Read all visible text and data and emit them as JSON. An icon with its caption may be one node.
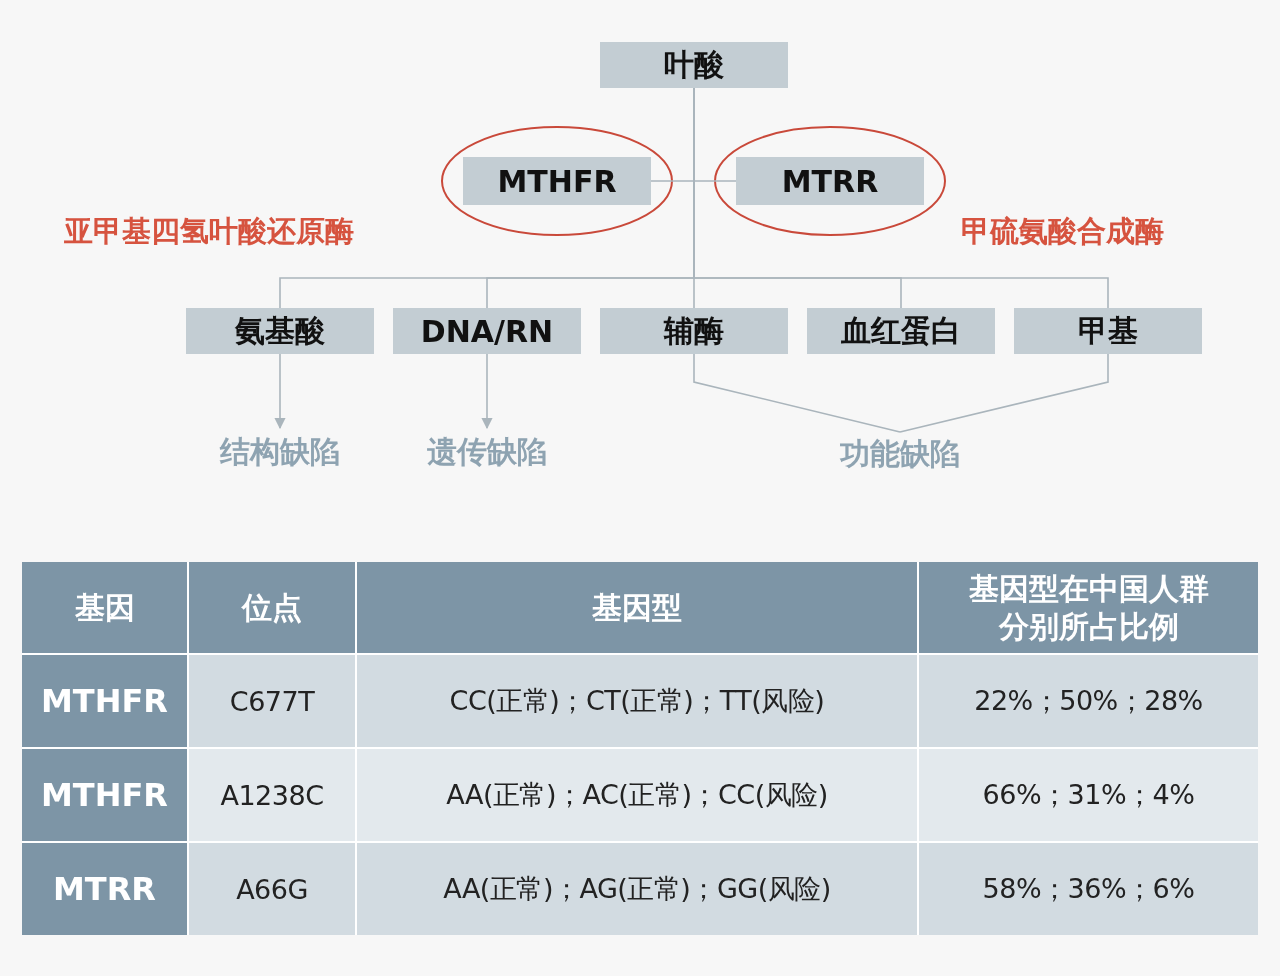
{
  "diagram": {
    "nodes": [
      {
        "text": [
          "叶酸"
        ]
      },
      {
        "text": [
          "MTHFR"
        ]
      },
      {
        "text": [
          "MTRR"
        ]
      },
      {
        "text": [
          "氨基酸"
        ]
      },
      {
        "text": [
          "DNA/RN"
        ]
      },
      {
        "text": [
          "辅酶"
        ]
      },
      {
        "text": [
          "血红蛋白"
        ]
      },
      {
        "text": [
          "甲基"
        ]
      },
      {
        "text": [
          "结构缺陷"
        ]
      },
      {
        "text": [
          "遗传缺陷"
        ]
      },
      {
        "text": [
          "功能缺陷"
        ]
      }
    ],
    "edges": [
      {
        "from": 1,
        "to": 2,
        "arrow": "none"
      },
      {
        "from": 0,
        "to": 3,
        "arrow": "none"
      },
      {
        "from": 0,
        "to": 4,
        "arrow": "none"
      },
      {
        "from": 0,
        "to": 5,
        "arrow": "none"
      },
      {
        "from": 0,
        "to": 6,
        "arrow": "none"
      },
      {
        "from": 0,
        "to": 7,
        "arrow": "none"
      },
      {
        "from": 3,
        "to": 8,
        "arrow": "to"
      },
      {
        "from": 4,
        "to": 9,
        "arrow": "to"
      },
      {
        "from": 5,
        "to": 10,
        "arrow": "none"
      },
      {
        "from": 7,
        "to": 10,
        "arrow": "none"
      }
    ],
    "labels": [
      "亚甲基四氢叶酸还原酶",
      "甲硫氨酸合成酶",
      "基因",
      "位点",
      "基因型",
      "基因型在中国人群分别所占比例",
      "MTHFR",
      "C677T",
      "CC(正常)；CT(正常)；TT(风险)",
      "22%；50%；28%",
      "MTHFR",
      "A1238C",
      "AA(正常)；AC(正常)；CC(风险)",
      "66%；31%；4%",
      "MTRR",
      "A66G",
      "AA(正常)；AG(正常)；GG(风险)",
      "58%；36%；6%"
    ]
  }
}
